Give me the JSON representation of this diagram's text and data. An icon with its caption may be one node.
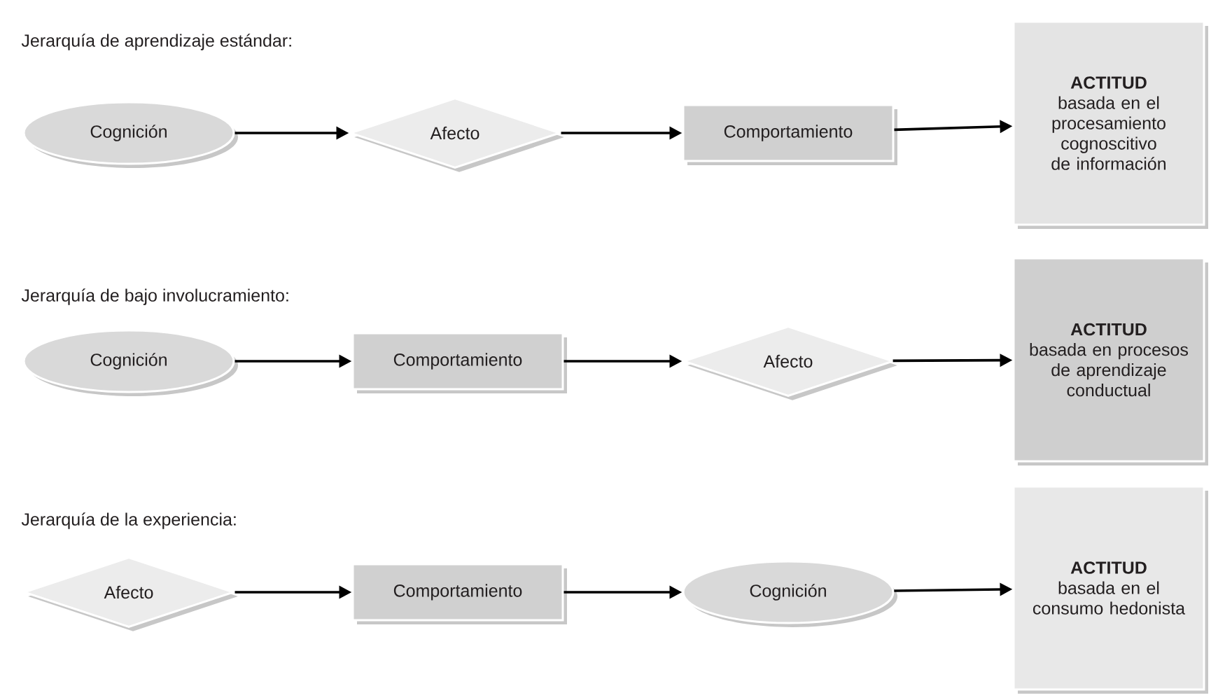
{
  "diagram": {
    "nodes": [
      {
        "text": [
          "Cognición"
        ]
      },
      {
        "text": [
          "Afecto"
        ]
      },
      {
        "text": [
          "Comportamiento"
        ]
      },
      {
        "text": [
          "ACTITUD",
          "basada en el procesamiento cognoscitivo de información"
        ]
      },
      {
        "text": [
          "Cognición"
        ]
      },
      {
        "text": [
          "Comportamiento"
        ]
      },
      {
        "text": [
          "Afecto"
        ]
      },
      {
        "text": [
          "ACTITUD",
          "basada en procesos de aprendizaje conductual"
        ]
      },
      {
        "text": [
          "Afecto"
        ]
      },
      {
        "text": [
          "Comportamiento"
        ]
      },
      {
        "text": [
          "Cognición"
        ]
      },
      {
        "text": [
          "ACTITUD",
          "basada en el consumo hedonista"
        ]
      }
    ],
    "edges": [
      {
        "from": 0,
        "to": 1,
        "arrow": "to"
      },
      {
        "from": 1,
        "to": 2,
        "arrow": "to"
      },
      {
        "from": 2,
        "to": 3,
        "arrow": "to"
      },
      {
        "from": 4,
        "to": 5,
        "arrow": "to"
      },
      {
        "from": 5,
        "to": 6,
        "arrow": "to"
      },
      {
        "from": 6,
        "to": 7,
        "arrow": "to"
      },
      {
        "from": 8,
        "to": 9,
        "arrow": "to"
      },
      {
        "from": 9,
        "to": 10,
        "arrow": "to"
      },
      {
        "from": 10,
        "to": 11,
        "arrow": "to"
      }
    ],
    "labels": [
      "Jerarquía de aprendizaje estándar:",
      "Jerarquía de bajo involucramiento:",
      "Jerarquía de la experiencia:"
    ]
  }
}
